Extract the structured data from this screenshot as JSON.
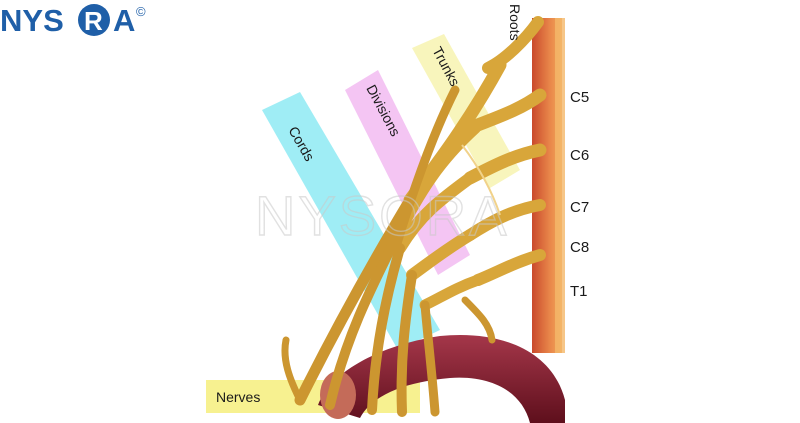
{
  "bands": {
    "roots": "Roots",
    "trunks": "Trunks",
    "divisions": "Divisions",
    "cords": "Cords",
    "nerves": "Nerves"
  },
  "levels": [
    "C5",
    "C6",
    "C7",
    "C8",
    "T1"
  ],
  "watermark": "NYSORA",
  "logo": {
    "text_left": "NYS",
    "circle_letter": "R",
    "text_right": "A",
    "mark": "©"
  },
  "colors": {
    "trunks_band": "#f7f3b0",
    "divisions_band": "#f1b6f0",
    "cords_band": "#7fe7f1",
    "nerves_band": "#f6f084",
    "nerve": "#d8a63a",
    "artery": "#8a1e2e",
    "logo_blue": "#1f5fa8"
  }
}
